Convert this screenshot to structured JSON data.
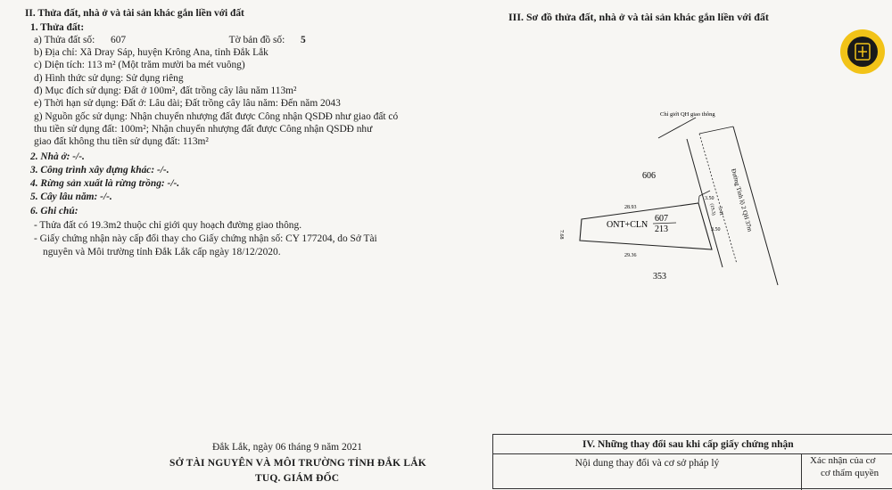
{
  "left": {
    "header": "II. Thửa đất, nhà ở và tài sản khác gắn liền với đất",
    "subheader": "1. Thửa đất:",
    "a_label": "a) Thửa đất số:",
    "a_value": "607",
    "a_map_label": "Tờ bản đồ số:",
    "a_map_value": "5",
    "b": "b) Địa chỉ: Xã Dray Sáp, huyện Krông Ana, tỉnh Đắk Lắk",
    "c": "c) Diện tích: 113 m² (Một trăm mười ba mét vuông)",
    "d_form": "d) Hình thức sử dụng: Sử dụng riêng",
    "d_purpose": "đ) Mục đích sử dụng: Đất ở 100m², đất trồng cây lâu năm 113m²",
    "e": "e) Thời hạn sử dụng: Đất ở: Lâu dài; Đất trồng cây lâu năm: Đến năm 2043",
    "g1": "g) Nguồn gốc sử dụng: Nhận chuyển nhượng đất được Công nhận QSDĐ như giao đất có",
    "g2": "thu tiền sử dụng đất: 100m²; Nhận chuyển nhượng đất được Công nhận QSDĐ như",
    "g3": "giao đất không thu tiền sử dụng đất: 113m²",
    "s2": "2. Nhà ở: -/-.",
    "s3": "3. Công trình xây dựng khác: -/-.",
    "s4": "4. Rừng sản xuất là rừng trồng: -/-.",
    "s5": "5. Cây lâu năm: -/-.",
    "s6": "6. Ghi chú:",
    "note1": "- Thửa đất có 19.3m2 thuộc chỉ giới quy hoạch đường giao thông.",
    "note2a": "- Giấy chứng nhận này cấp đổi thay cho Giấy chứng nhận số: CY 177204, do Sở Tài",
    "note2b": "nguyên và Môi trường tỉnh Đắk Lắk cấp ngày 18/12/2020."
  },
  "sign": {
    "place_date": "Đắk Lắk, ngày 06 tháng 9 năm 2021",
    "org": "SỞ TÀI NGUYÊN VÀ MÔI TRƯỜNG TỈNH ĐẮK LẮK",
    "role": "TUQ. GIÁM ĐỐC"
  },
  "right": {
    "header": "III. Sơ đồ thửa đất, nhà ở và tài sản khác gắn liền với đất",
    "boundary_label": "Chỉ giới QH giao thông",
    "parcel_north": "606",
    "parcel_south": "353",
    "parcel_code": "ONT+CLN",
    "parcel_number": "607",
    "parcel_area": "213",
    "road_label": "Đường Tỉnh lộ 2 QH 37m",
    "dim_top": "28.93",
    "dim_bottom": "29.36",
    "dim_left": "7.68",
    "dim_right_top": "3.50",
    "dim_right_bottom": "3.50",
    "dim_inner": "5.41",
    "dim_area_small": "(19.3)"
  },
  "table4": {
    "header": "IV. Những thay đổi sau khi cấp giấy chứng nhận",
    "col1": "Nội dung thay đổi và cơ sở pháp lý",
    "col2a": "Xác nhận của cơ",
    "col2b": "cơ thẩm quyền"
  },
  "colors": {
    "ink": "#1c1c1c",
    "badge_yellow": "#f2c318",
    "paper": "#f7f6f3"
  }
}
